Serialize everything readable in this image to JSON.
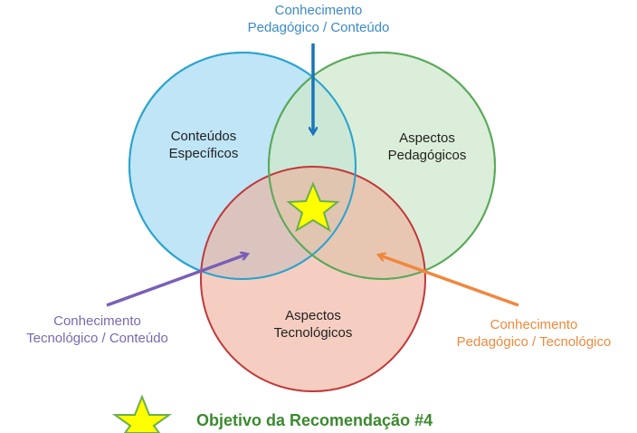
{
  "diagram": {
    "type": "venn",
    "circles": [
      {
        "id": "content",
        "label_line1": "Conteúdos",
        "label_line2": "Específicos",
        "fill": "#bfe5f7",
        "stroke": "#2aa3cf"
      },
      {
        "id": "pedagogy",
        "label_line1": "Aspectos",
        "label_line2": "Pedagógicos",
        "fill": "#d6ecd4",
        "stroke": "#5aa95a"
      },
      {
        "id": "technology",
        "label_line1": "Aspectos",
        "label_line2": "Tecnológicos",
        "fill": "#f2c6b8",
        "stroke": "#c0393b"
      }
    ],
    "arrows": [
      {
        "id": "pedagogical-content",
        "line1": "Conhecimento",
        "line2": "Pedagógico / Conteúdo",
        "color": "#1a75bb"
      },
      {
        "id": "technological-content",
        "line1": "Conhecimento",
        "line2": "Tecnológico / Conteúdo",
        "color": "#7a5fb5"
      },
      {
        "id": "pedagogical-technological",
        "line1": "Conhecimento",
        "line2": "Pedagógico / Tecnológico",
        "color": "#f0873e"
      }
    ],
    "center_marker": {
      "shape": "star",
      "fill": "#ffff00",
      "stroke": "#6ab04c"
    },
    "legend": {
      "text": "Objetivo da Recomendação #4",
      "color": "#3b8a2e"
    }
  }
}
